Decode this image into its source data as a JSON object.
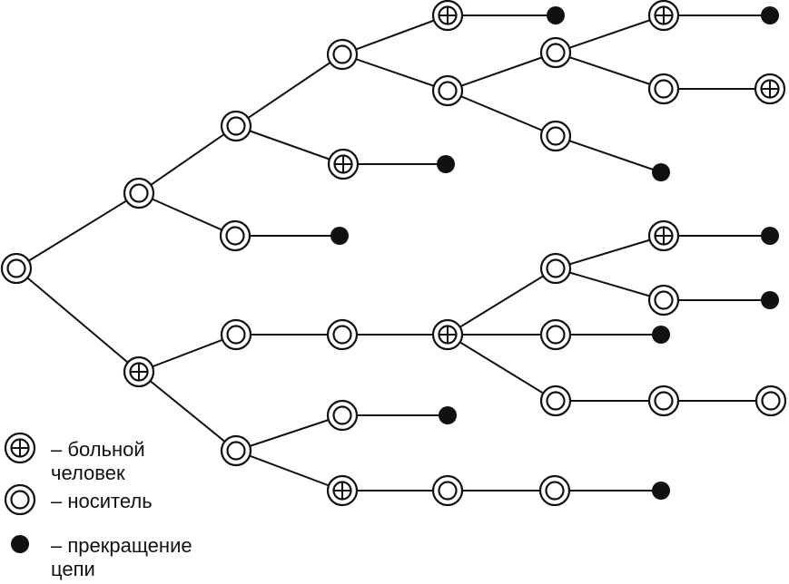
{
  "legend": {
    "sick_label": "– больной человек",
    "carrier_label": "– носитель",
    "stop_label": "– прекращение цепи"
  },
  "diagram": {
    "node_types": {
      "carrier": "носитель",
      "sick": "больной",
      "stop": "прекращение цепи"
    },
    "root": {
      "type": "carrier",
      "children": [
        {
          "type": "carrier",
          "children": [
            {
              "type": "carrier",
              "children": [
                {
                  "type": "carrier",
                  "children": [
                    {
                      "type": "sick",
                      "children": [
                        {
                          "type": "stop"
                        }
                      ]
                    },
                    {
                      "type": "carrier",
                      "children": [
                        {
                          "type": "carrier",
                          "children": [
                            {
                              "type": "sick",
                              "children": [
                                {
                                  "type": "stop"
                                }
                              ]
                            },
                            {
                              "type": "carrier",
                              "children": [
                                {
                                  "type": "sick"
                                }
                              ]
                            }
                          ]
                        },
                        {
                          "type": "carrier",
                          "children": [
                            {
                              "type": "stop"
                            }
                          ]
                        }
                      ]
                    }
                  ]
                },
                {
                  "type": "sick",
                  "children": [
                    {
                      "type": "stop"
                    }
                  ]
                }
              ]
            },
            {
              "type": "carrier",
              "children": [
                {
                  "type": "stop"
                }
              ]
            }
          ]
        },
        {
          "type": "sick",
          "children": [
            {
              "type": "carrier",
              "children": [
                {
                  "type": "carrier",
                  "children": [
                    {
                      "type": "sick",
                      "children": [
                        {
                          "type": "carrier",
                          "children": [
                            {
                              "type": "sick",
                              "children": [
                                {
                                  "type": "stop"
                                }
                              ]
                            },
                            {
                              "type": "carrier",
                              "children": [
                                {
                                  "type": "stop"
                                }
                              ]
                            }
                          ]
                        },
                        {
                          "type": "carrier",
                          "children": [
                            {
                              "type": "stop"
                            }
                          ]
                        },
                        {
                          "type": "carrier",
                          "children": [
                            {
                              "type": "carrier",
                              "children": [
                                {
                                  "type": "carrier"
                                }
                              ]
                            }
                          ]
                        }
                      ]
                    }
                  ]
                }
              ]
            },
            {
              "type": "carrier",
              "children": [
                {
                  "type": "carrier",
                  "children": [
                    {
                      "type": "stop"
                    }
                  ]
                },
                {
                  "type": "sick",
                  "children": [
                    {
                      "type": "carrier",
                      "children": [
                        {
                          "type": "carrier",
                          "children": [
                            {
                              "type": "stop"
                            }
                          ]
                        }
                      ]
                    }
                  ]
                }
              ]
            }
          ]
        }
      ]
    }
  }
}
